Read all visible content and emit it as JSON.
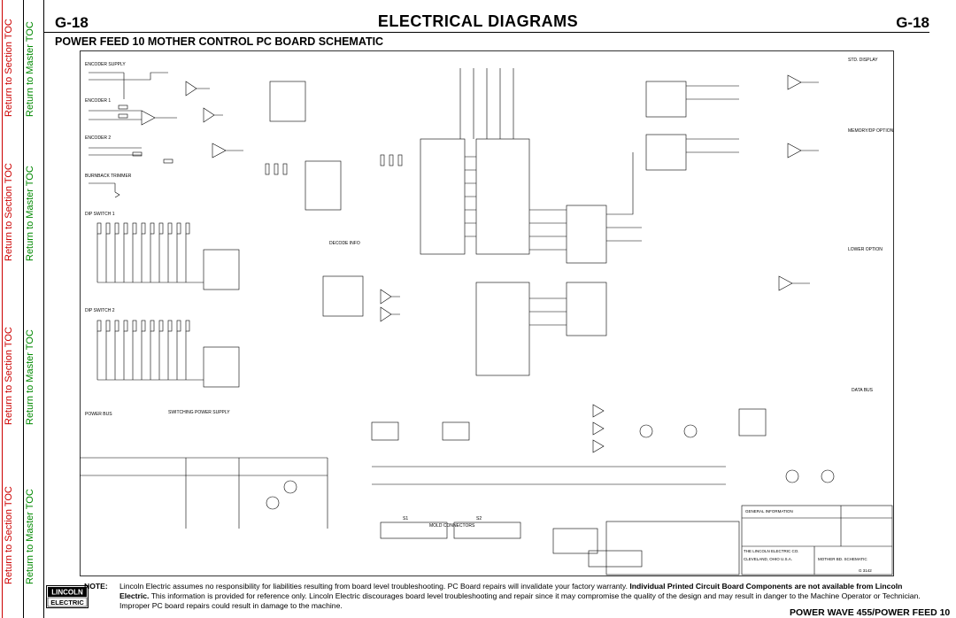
{
  "header": {
    "page_left": "G-18",
    "page_right": "G-18",
    "title": "ELECTRICAL  DIAGRAMS",
    "subtitle": "POWER  FEED 10 MOTHER CONTROL PC BOARD SCHEMATIC"
  },
  "sidebar": {
    "section_label": "Return to Section TOC",
    "master_label": "Return to Master TOC",
    "section_color": "#cc0000",
    "master_color": "#008800"
  },
  "schematic": {
    "labels": {
      "encoder_supply": "ENCODER SUPPLY",
      "encoder_1": "ENCODER 1",
      "encoder_2": "ENCODER 2",
      "burnback": "BURNBACK\nTRIMMER",
      "dip1": "DIP SWITCH 1",
      "dip2": "DIP SWITCH 2",
      "power_bus": "POWER BUS",
      "switching": "SWITCHING\nPOWER SUPPLY",
      "decode_info": "DECODE INFO",
      "std_display": "STD.\nDISPLAY",
      "memory": "MEMORY/DP\nOPTION",
      "lower": "LOWER\nOPTION",
      "data_bus": "DATA BUS",
      "mold_connectors": "MOLD CONNECTORS",
      "s1": "S1",
      "s2": "S2",
      "general_info": "GENERAL INFORMATION",
      "company": "THE LINCOLN ELECTRIC CO.",
      "city": "CLEVELAND, OHIO U.S.A.",
      "drawing": "MOTHER BD. SCHEMATIC",
      "dwg_no": "G 3142"
    }
  },
  "note": {
    "label": "NOTE:",
    "text_1": "Lincoln Electric assumes no responsibility for liabilities resulting from board level troubleshooting. PC Board repairs will invalidate your factory warranty.",
    "text_bold": "Individual Printed Circuit Board Components are not available from Lincoln Electric.",
    "text_2": "This information is provided for reference only. Lincoln Electric discourages board level troubleshooting and repair since it may compromise the quality of the design and may result in danger to the Machine Operator or Technician. Improper PC board repairs could result in damage to the machine."
  },
  "footer": {
    "product": "POWER  WAVE  455/POWER  FEED  10",
    "logo_top": "LINCOLN",
    "logo_bottom": "ELECTRIC"
  }
}
